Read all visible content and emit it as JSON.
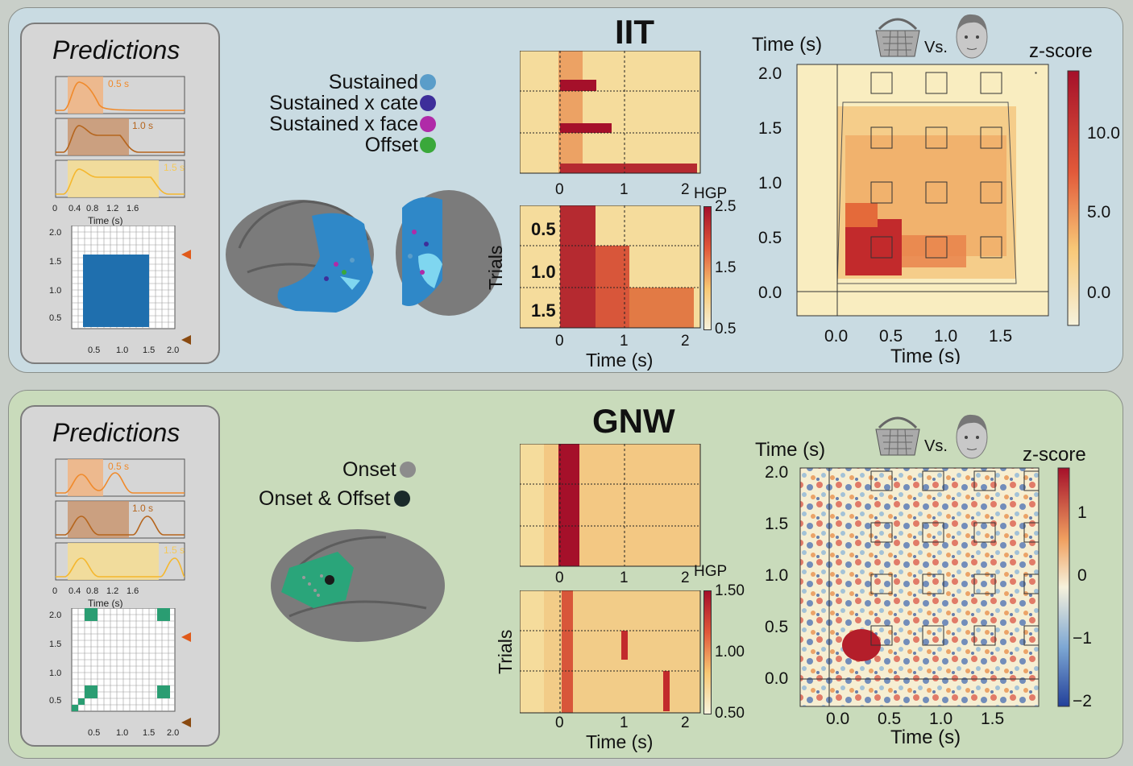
{
  "colors": {
    "iit_bg": "#c9dbe2",
    "gnw_bg": "#c9dbbb",
    "heat_low": "#f6f2dc",
    "heat_high": "#a5102a",
    "cortex_blue": "#2f88c8",
    "cortex_green": "#2aa57a",
    "pred_orange_1": "#f08a2b",
    "pred_orange_2": "#b5651d",
    "pred_orange_3": "#f5b72d",
    "grid_blue": "#1f6fae",
    "grid_green": "#2a9d72"
  },
  "iit": {
    "title": "IIT",
    "predictions": {
      "title": "Predictions",
      "duration_labels": [
        "0.5 s",
        "1.0 s",
        "1.5 s"
      ],
      "x_ticks": [
        "0",
        "0.4",
        "0.8",
        "1.2",
        "1.6"
      ],
      "x_label": "Time (s)",
      "grid_y_ticks": [
        "2.0",
        "1.5",
        "1.0",
        "0.5"
      ],
      "grid_x_ticks": [
        "0.5",
        "1.0",
        "1.5",
        "2.0"
      ]
    },
    "legend": [
      {
        "label": "Sustained",
        "color": "#5a9dc9"
      },
      {
        "label": "Sustained x cate",
        "color": "#3d2e9a"
      },
      {
        "label": "Sustained x face",
        "color": "#b02aa8"
      },
      {
        "label": "Offset",
        "color": "#3aa83a"
      }
    ],
    "raster": {
      "x_ticks": [
        "0",
        "1",
        "2"
      ],
      "x_label": "Time (s)",
      "y_label": "Trials",
      "duration_labels": [
        "0.5",
        "1.0",
        "1.5"
      ],
      "colorbar_title": "HGP",
      "colorbar_ticks": [
        "2.5",
        "1.5",
        "0.5"
      ]
    },
    "tgm": {
      "y_label": "Time (s)",
      "x_label": "Time (s)",
      "vs_label": "Vs.",
      "y_ticks": [
        "2.0",
        "1.5",
        "1.0",
        "0.5",
        "0.0"
      ],
      "x_ticks": [
        "0.0",
        "0.5",
        "1.0",
        "1.5"
      ],
      "colorbar_title": "z-score",
      "colorbar_ticks": [
        "10.0",
        "5.0",
        "0.0"
      ]
    }
  },
  "gnw": {
    "title": "GNW",
    "predictions": {
      "title": "Predictions",
      "duration_labels": [
        "0.5 s",
        "1.0 s",
        "1.5 s"
      ],
      "x_ticks": [
        "0",
        "0.4",
        "0.8",
        "1.2",
        "1.6"
      ],
      "x_label": "Time (s)",
      "grid_y_ticks": [
        "2.0",
        "1.5",
        "1.0",
        "0.5"
      ],
      "grid_x_ticks": [
        "0.5",
        "1.0",
        "1.5",
        "2.0"
      ]
    },
    "legend": [
      {
        "label": "Onset",
        "color": "#8c8c8c"
      },
      {
        "label": "Onset & Offset",
        "color": "#1a2a2a"
      }
    ],
    "raster": {
      "x_ticks": [
        "0",
        "1",
        "2"
      ],
      "x_label": "Time (s)",
      "y_label": "Trials",
      "colorbar_title": "HGP",
      "colorbar_ticks": [
        "1.50",
        "1.00",
        "0.50"
      ]
    },
    "tgm": {
      "y_label": "Time (s)",
      "x_label": "Time (s)",
      "vs_label": "Vs.",
      "y_ticks": [
        "2.0",
        "1.5",
        "1.0",
        "0.5",
        "0.0"
      ],
      "x_ticks": [
        "0.0",
        "0.5",
        "1.0",
        "1.5"
      ],
      "colorbar_title": "z-score",
      "colorbar_ticks": [
        "1",
        "0",
        "−1",
        "−2"
      ]
    }
  }
}
